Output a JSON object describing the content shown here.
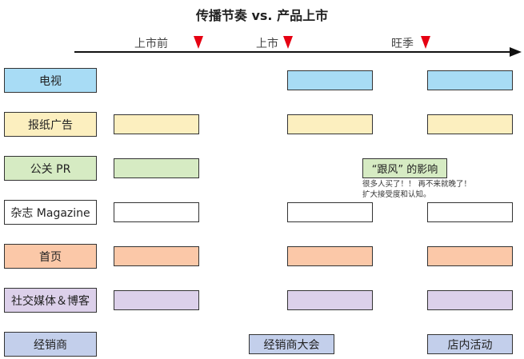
{
  "title": "传播节奏 vs. 产品上市",
  "timeline": {
    "phases": [
      "上市前",
      "上市",
      "旺季"
    ]
  },
  "colors": {
    "tv": "#a8dcf5",
    "newspaper": "#fcefbf",
    "pr": "#d6ebc3",
    "magazine": "#ffffff",
    "homepage": "#fbc8a8",
    "social": "#dcd0ea",
    "dealer": "#c3cfeb",
    "marker": "#e60012"
  },
  "rows": [
    {
      "id": "tv",
      "label": "电视"
    },
    {
      "id": "newspaper",
      "label": "报纸广告"
    },
    {
      "id": "pr",
      "label": "公关 PR"
    },
    {
      "id": "magazine",
      "label": "杂志 Magazine"
    },
    {
      "id": "homepage",
      "label": "首页"
    },
    {
      "id": "social",
      "label": "社交媒体＆博客"
    },
    {
      "id": "dealer",
      "label": "经销商"
    }
  ],
  "callout": {
    "label": "“跟风” 的影响",
    "note_line1": "很多人买了！！ 再不来就晚了！",
    "note_line2": "扩大接受度和认知。"
  },
  "dealer_events": {
    "launch": "经销商大会",
    "peak": "店内活动"
  }
}
